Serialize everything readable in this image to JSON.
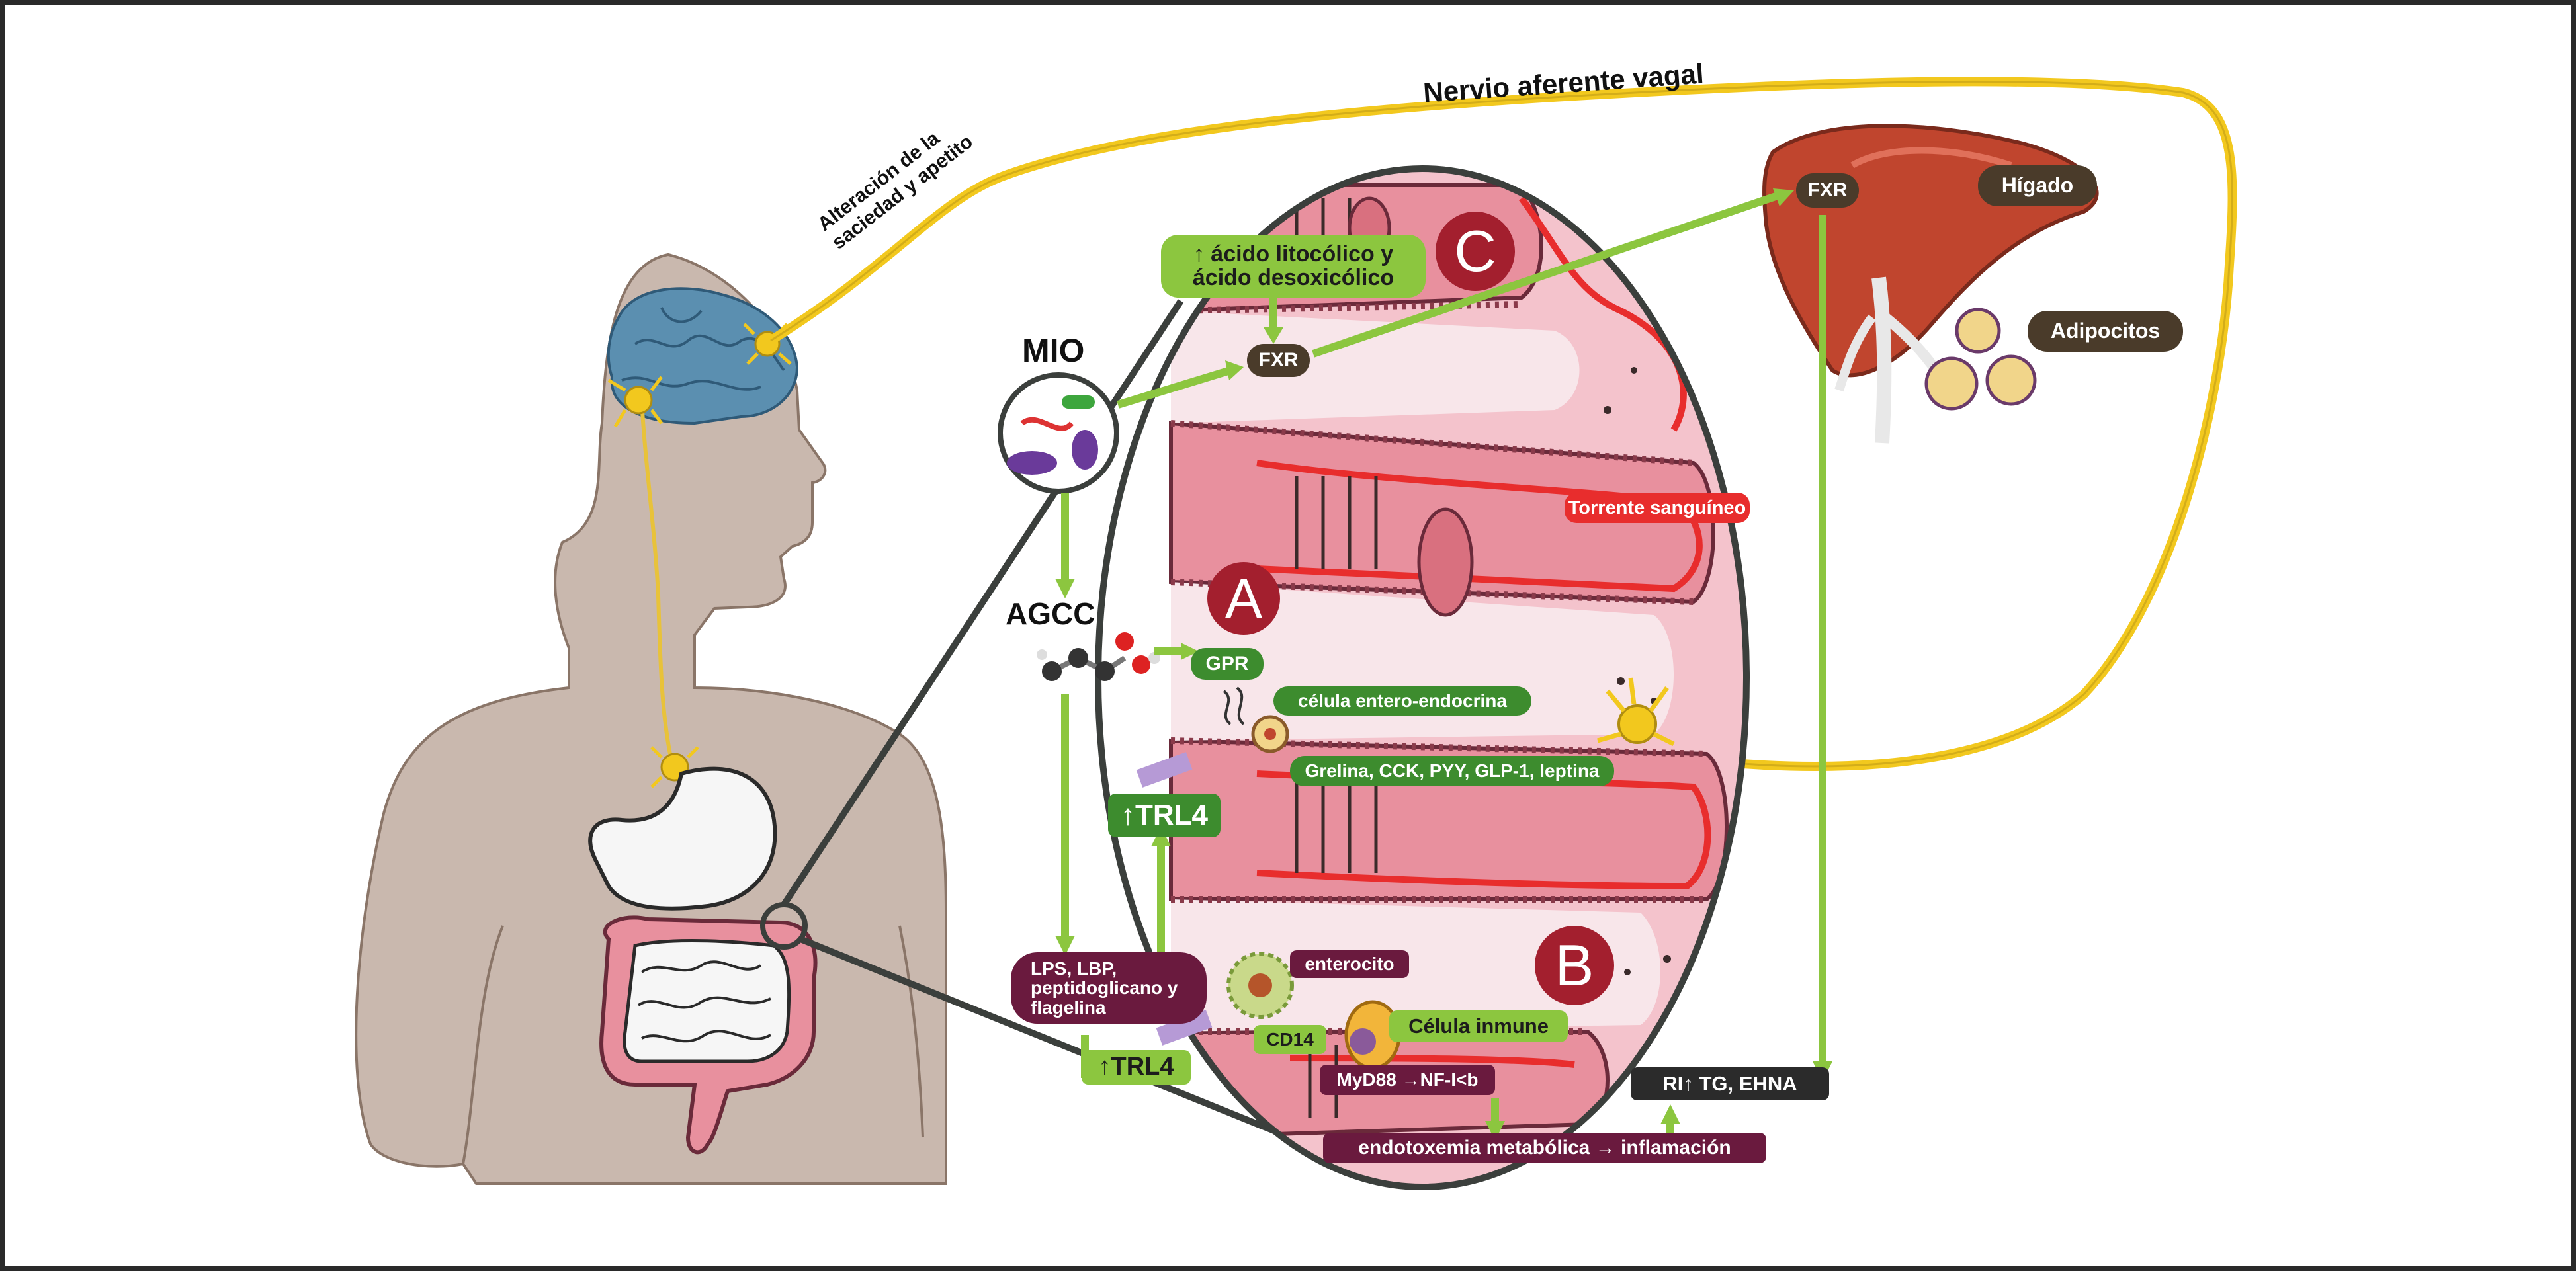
{
  "labels": {
    "vagal_nerve": "Nervio aferente vagal",
    "satiety_line1": "Alteración de la",
    "satiety_line2": "saciedad y apetito",
    "mio": "MIO",
    "agcc": "AGCC",
    "gpr": "GPR",
    "enteroendocrine": "célula entero-endocrina",
    "hormones": "Grelina, CCK, PYY, GLP-1, leptina",
    "trl4_up": "↑TRL4",
    "lps_line1": "LPS, LBP,",
    "lps_line2": "peptidoglicano y",
    "lps_line3": "flagelina",
    "trl4_low": "↑TRL4",
    "acid_line1": "↑ ácido litocólico y",
    "acid_line2": "ácido desoxicólico",
    "fxr_gut": "FXR",
    "fxr_liver": "FXR",
    "liver": "Hígado",
    "adipocytes": "Adipocitos",
    "bloodstream": "Torrente sanguíneo",
    "enterocyte": "enterocito",
    "immune_cell": "Célula inmune",
    "cd14": "CD14",
    "myd88": "MyD88 →NF-l<b",
    "ri": "RI↑ TG, EHNA",
    "endotoxemia": "endotoxemia metabólica → inflamación",
    "circle_a": "A",
    "circle_b": "B",
    "circle_c": "C"
  },
  "colors": {
    "frame": "#2a2a2a",
    "vagal_nerve": "#f2c81e",
    "arrow_green": "#8cc63f",
    "label_green_dark": "#3d8c2e",
    "label_maroon": "#6a1a3e",
    "circle_red": "#a31f2e",
    "body_skin": "#c9b8ae",
    "brain": "#5b8fb0",
    "liver": "#c0452e",
    "gut_pink": "#f4c3cc",
    "villi": "#e8909e",
    "blood": "#e82d2d"
  }
}
